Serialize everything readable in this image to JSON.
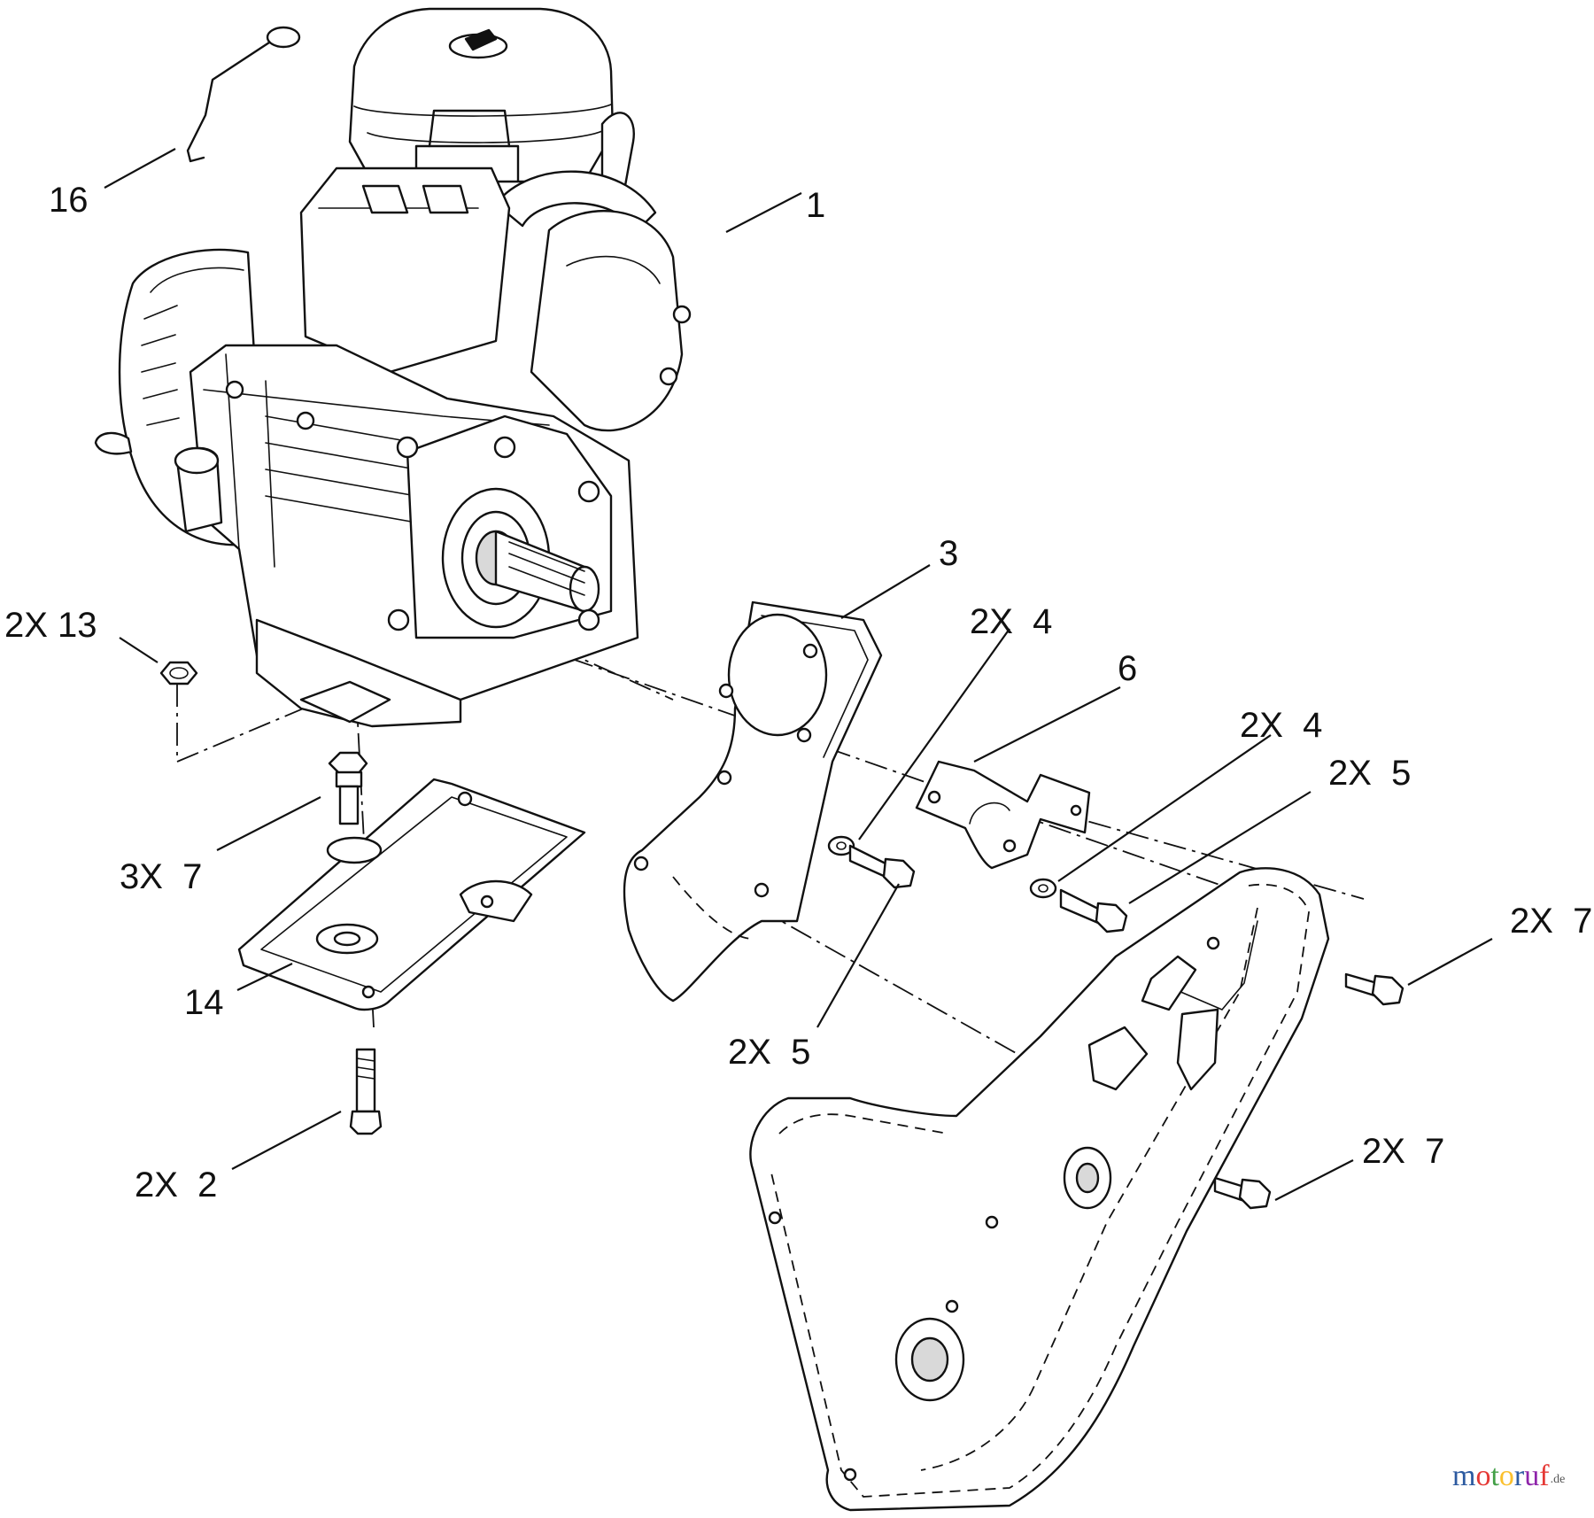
{
  "callouts": {
    "c16": "16",
    "c1": "1",
    "c3": "3",
    "c2x4_upper": "2X  4",
    "c6": "6",
    "c2x4_lower": "2X  4",
    "c2x5_upper": "2X  5",
    "c2x13": "2X 13",
    "c3x7": "3X  7",
    "c14": "14",
    "c2x5_lower": "2X  5",
    "c2x2": "2X  2",
    "c2x7_upper": "2X  7",
    "c2x7_lower": "2X  7"
  },
  "watermark": {
    "letters": [
      {
        "ch": "m",
        "color": "#2c5aa0"
      },
      {
        "ch": "o",
        "color": "#e53935"
      },
      {
        "ch": "t",
        "color": "#43a047"
      },
      {
        "ch": "o",
        "color": "#fbc02d"
      },
      {
        "ch": "r",
        "color": "#2c5aa0"
      },
      {
        "ch": "u",
        "color": "#8e24aa"
      },
      {
        "ch": "f",
        "color": "#e53935"
      }
    ],
    "tld": ".de",
    "tld_color": "#555555"
  }
}
